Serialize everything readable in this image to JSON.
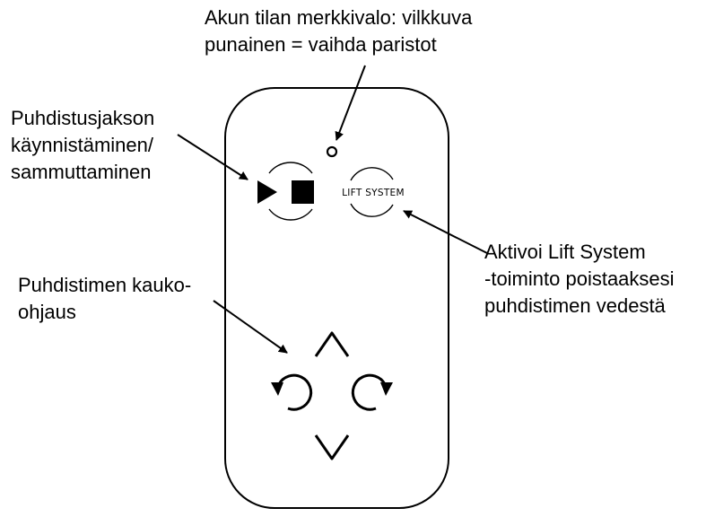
{
  "annotations": {
    "battery": {
      "line1": "Akun tilan merkkivalo: vilkkuva",
      "line2": "punainen = vaihda paristot"
    },
    "cycle": {
      "line1": "Puhdistusjakson",
      "line2": "käynnistäminen/",
      "line3": "sammuttaminen"
    },
    "lift": {
      "line1": "Aktivoi Lift System",
      "line2": "-toiminto poistaaksesi",
      "line3": "puhdistimen vedestä"
    },
    "remote": {
      "line1": "Puhdistimen kauko-",
      "line2": "ohjaus"
    }
  },
  "remote_device": {
    "lift_button_text": "LIFT SYSTEM"
  },
  "icons": [
    "battery-led-icon",
    "play-icon",
    "stop-icon",
    "up-arrow-icon",
    "down-arrow-icon",
    "rotate-left-icon",
    "rotate-right-icon"
  ]
}
